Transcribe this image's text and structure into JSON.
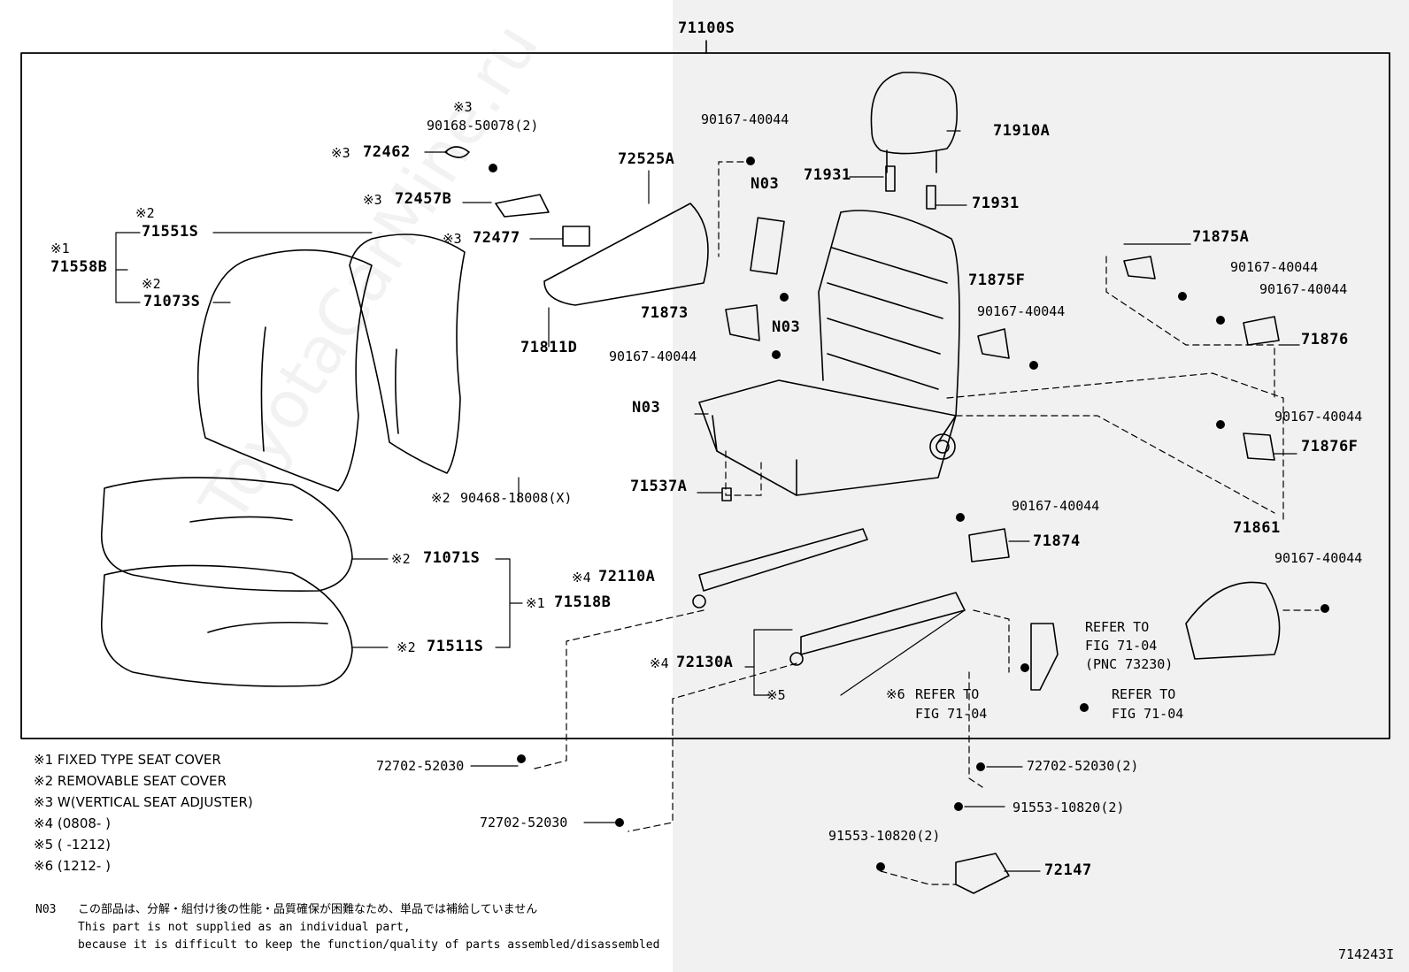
{
  "diagram": {
    "title": "71100S",
    "figure_id": "714243I",
    "watermark": "ToyotaCarMine.ru",
    "labels": {
      "p90168": "90168-50078(2)",
      "p90168_mark": "※3",
      "p72462": "72462",
      "p72462_mark": "※3",
      "p72457b": "72457B",
      "p72457b_mark": "※3",
      "p72477": "72477",
      "p72477_mark": "※3",
      "p72525a": "72525A",
      "p90167_top": "90167-40044",
      "p71910a": "71910A",
      "p71931a": "71931",
      "p71931b": "71931",
      "n03_top": "N03",
      "p71551s": "71551S",
      "p71551s_mark": "※2",
      "p71558b": "71558B",
      "p71558b_mark": "※1",
      "p71073s": "71073S",
      "p71073s_mark": "※2",
      "p71811d": "71811D",
      "p71873": "71873",
      "n03_mid": "N03",
      "p90167_mid": "90167-40044",
      "p71875a": "71875A",
      "p90167_r1": "90167-40044",
      "p90167_r2": "90167-40044",
      "p71875f": "71875F",
      "p90167_r3": "90167-40044",
      "p71876": "71876",
      "n03_frame": "N03",
      "p90167_r4": "90167-40044",
      "p71876f": "71876F",
      "p71537a": "71537A",
      "p90468": "90468-18008(X)",
      "p90468_mark": "※2",
      "p90167_r5": "90167-40044",
      "p71874": "71874",
      "p71861": "71861",
      "p90167_r6": "90167-40044",
      "p71071s": "71071S",
      "p71071s_mark": "※2",
      "p72110a": "72110A",
      "p72110a_mark": "※4",
      "p71518b": "71518B",
      "p71518b_mark": "※1",
      "p71511s": "71511S",
      "p71511s_mark": "※2",
      "p72130a": "72130A",
      "p72130a_mark": "※4",
      "mark5": "※5",
      "refer1_l1": "REFER TO",
      "refer1_l2": "FIG 71-04",
      "refer1_l3": "(PNC 73230)",
      "refer2_mark": "※6",
      "refer2_l1": "REFER TO",
      "refer2_l2": "FIG 71-04",
      "refer3_l1": "REFER TO",
      "refer3_l2": "FIG 71-04",
      "p72702_a": "72702-52030",
      "p72702_b": "72702-52030",
      "p72702_c": "72702-52030(2)",
      "p91553_a": "91553-10820(2)",
      "p91553_b": "91553-10820(2)",
      "p72147": "72147"
    },
    "notes": [
      "※1 FIXED TYPE SEAT COVER",
      "※2 REMOVABLE SEAT COVER",
      "※3 W(VERTICAL SEAT ADJUSTER)",
      "※4 (0808-    )",
      "※5 (     -1212)",
      "※6 (1212-     )"
    ],
    "n03_note": {
      "code": "N03",
      "jp": "この部品は、分解・組付け後の性能・品質確保が困難なため、単品では補給していません",
      "en1": "This part is not supplied as an individual part,",
      "en2": "because it is difficult to keep the function/quality of parts assembled/disassembled"
    }
  }
}
